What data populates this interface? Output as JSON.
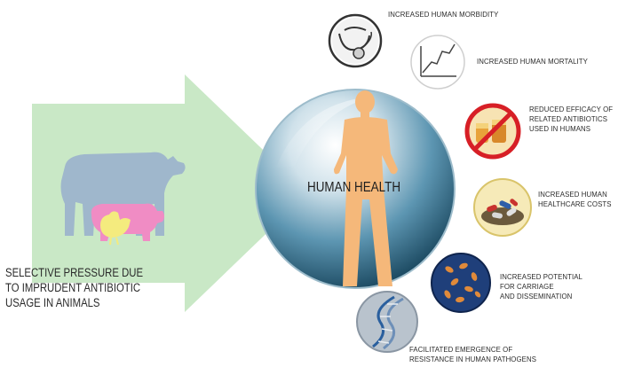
{
  "center": {
    "title": "HUMAN HEALTH"
  },
  "left_caption": [
    "SELECTIVE PRESSURE DUE",
    "TO IMPRUDENT ANTIBIOTIC",
    "USAGE IN ANIMALS"
  ],
  "outcomes": [
    {
      "icon": "stethoscope-icon",
      "lines": [
        "INCREASED HUMAN MORBIDITY"
      ]
    },
    {
      "icon": "rising-line-graph-icon",
      "lines": [
        "INCREASED HUMAN MORTALITY"
      ]
    },
    {
      "icon": "crossed-out-pills-icon",
      "lines": [
        "REDUCED EFFICACY OF",
        "RELATED ANTIBIOTICS",
        "USED IN HUMANS"
      ]
    },
    {
      "icon": "pile-of-pills-icon",
      "lines": [
        "INCREASED HUMAN",
        "HEALTHCARE COSTS"
      ]
    },
    {
      "icon": "bacteria-icon",
      "lines": [
        "INCREASED POTENTIAL",
        "FOR CARRIAGE",
        "AND DISSEMINATION"
      ]
    },
    {
      "icon": "dna-helix-icon",
      "lines": [
        "FACILITATED EMERGENCE OF",
        "RESISTANCE IN HUMAN PATHOGENS"
      ]
    }
  ],
  "colors": {
    "arrow": "#c9e8c6",
    "cow": "#9fb7cc",
    "pig": "#f08cc4",
    "chicken": "#f4eb7e",
    "sphere_light": "#e3edf3",
    "sphere_dark": "#1d5c7a",
    "human": "#f5b87a",
    "no_sign": "#d71f26"
  }
}
